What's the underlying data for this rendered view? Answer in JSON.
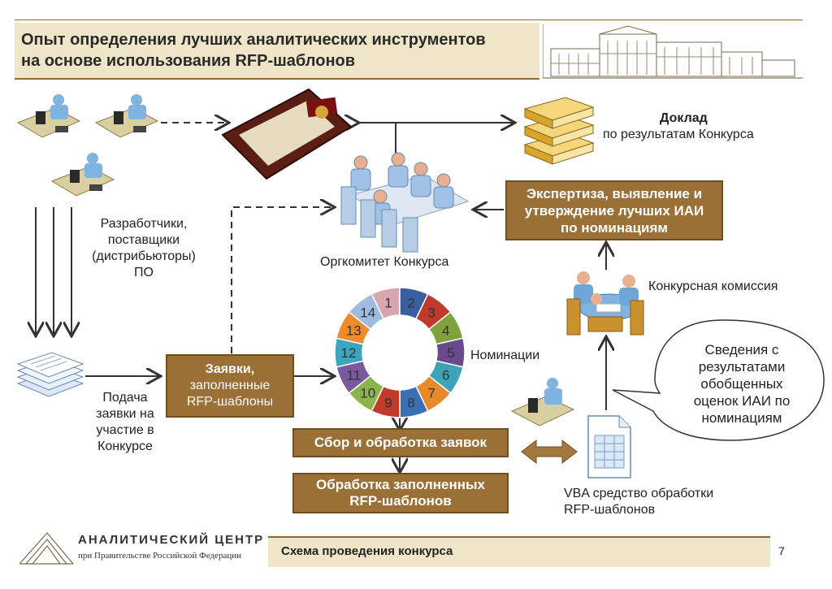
{
  "header": {
    "title_line1": "Опыт определения лучших аналитических инструментов",
    "title_line2": "на основе использования RFP-шаблонов"
  },
  "labels": {
    "developers": [
      "Разработчики,",
      "поставщики",
      "(дистрибьюторы)",
      "ПО"
    ],
    "submission": [
      "Подача",
      "заявки на",
      "участие в",
      "Конкурсе"
    ],
    "report_bold": "Доклад",
    "report_rest": "по результатам Конкурса",
    "orgcommittee": "Оргкомитет Конкурса",
    "commission": "Конкурсная комиссия",
    "nominations": "Номинации",
    "vba_line1": "VBA средство обработки",
    "vba_line2": "RFP-шаблонов",
    "bubble": [
      "Сведения с",
      "результатами",
      "обобщенных",
      "оценок ИАИ по",
      "номинациям"
    ]
  },
  "boxes": {
    "applications": [
      "Заявки,",
      "заполненные",
      "RFP-шаблоны"
    ],
    "expertise": [
      "Экспертиза, выявление и",
      "утверждение лучших ИАИ",
      "по номинациям"
    ],
    "collect": "Сбор и обработка заявок",
    "processing": [
      "Обработка заполненных",
      "RFP-шаблонов"
    ]
  },
  "wheel": {
    "segments": [
      {
        "n": "1",
        "color": "#d9a6b0"
      },
      {
        "n": "2",
        "color": "#3a5f9e"
      },
      {
        "n": "3",
        "color": "#c0392b"
      },
      {
        "n": "4",
        "color": "#7fa23c"
      },
      {
        "n": "5",
        "color": "#6a4a8e"
      },
      {
        "n": "6",
        "color": "#3fa3b8"
      },
      {
        "n": "7",
        "color": "#e8892a"
      },
      {
        "n": "8",
        "color": "#3a6fb5"
      },
      {
        "n": "9",
        "color": "#c0392b"
      },
      {
        "n": "10",
        "color": "#8db44a"
      },
      {
        "n": "11",
        "color": "#7a5a9e"
      },
      {
        "n": "12",
        "color": "#3aa6c0"
      },
      {
        "n": "13",
        "color": "#f08a2a"
      },
      {
        "n": "14",
        "color": "#9fbce0"
      }
    ]
  },
  "footer": {
    "org_name": "АНАЛИТИЧЕСКИЙ ЦЕНТР",
    "org_sub": "при Правительстве Российской Федерации",
    "caption": "Схема проведения конкурса",
    "page": "7"
  }
}
